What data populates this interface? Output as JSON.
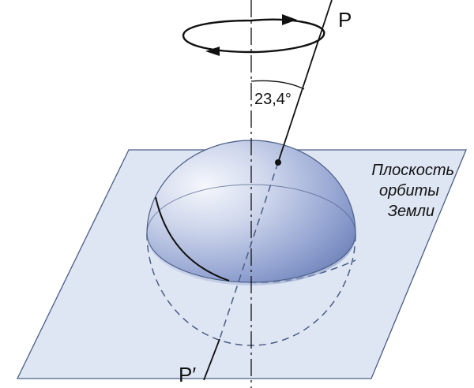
{
  "labels": {
    "axis_top": "P",
    "axis_bottom": "P′",
    "tilt_angle": "23,4°",
    "plane_line1": "Плоскость",
    "plane_line2": "орбиты",
    "plane_line3": "Земли"
  },
  "colors": {
    "plane_fill": "#dfe6f3",
    "plane_stroke": "#4a5d86",
    "sphere_light": "#f4f6fb",
    "sphere_mid": "#a4b2d6",
    "sphere_dark": "#6f82b8",
    "dashed": "#4a5d86",
    "line": "#111111"
  },
  "icons": {
    "rotation": "rotation-arrow-icon"
  }
}
